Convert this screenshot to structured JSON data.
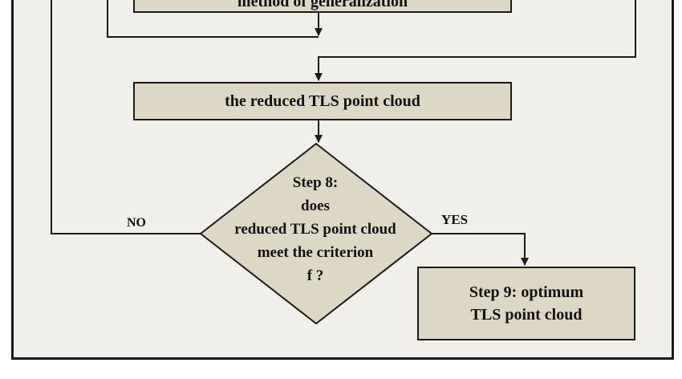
{
  "boxes": {
    "top_partial": "method of generalization",
    "reduced": "the reduced TLS point cloud",
    "step9_line1": "Step 9: optimum",
    "step9_line2": "TLS point cloud"
  },
  "decision": {
    "line1": "Step 8:",
    "line2": "does",
    "line3": "reduced TLS point cloud",
    "line4": "meet the criterion",
    "line5": "f ?"
  },
  "labels": {
    "no": "NO",
    "yes": "YES"
  }
}
